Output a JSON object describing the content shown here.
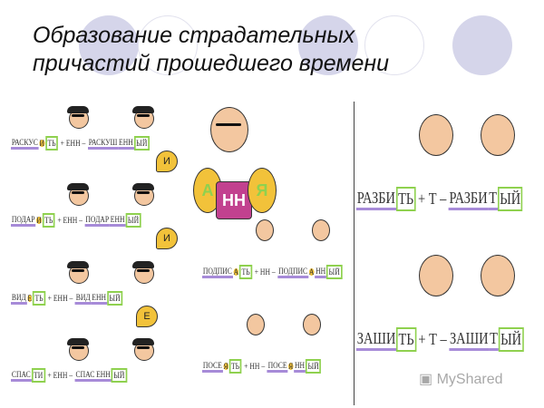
{
  "slide": {
    "title_line1": "Образование страдательных",
    "title_line2": "причастий прошедшего времени",
    "accent_color": "#d5d5ea"
  },
  "left_panel": {
    "rows": [
      {
        "segments": [
          {
            "t": "РАСКУС",
            "k": "stem"
          },
          {
            "t": "И",
            "k": "suf"
          },
          {
            "t": "ТЬ",
            "k": "end"
          },
          {
            "t": "+ ЕНН –",
            "k": "op"
          },
          {
            "t": "РАСКУШ",
            "k": "stem"
          },
          {
            "t": "ЕНН",
            "k": "stem"
          },
          {
            "t": "ЫЙ",
            "k": "end"
          }
        ],
        "badge": "И"
      },
      {
        "segments": [
          {
            "t": "ПОДАР",
            "k": "stem"
          },
          {
            "t": "И",
            "k": "suf"
          },
          {
            "t": "ТЬ",
            "k": "end"
          },
          {
            "t": "+ ЕНН –",
            "k": "op"
          },
          {
            "t": "ПОДАР",
            "k": "stem"
          },
          {
            "t": "ЕНН",
            "k": "stem"
          },
          {
            "t": "ЫЙ",
            "k": "end"
          }
        ],
        "badge": "И"
      },
      {
        "segments": [
          {
            "t": "ВИД",
            "k": "stem"
          },
          {
            "t": "Е",
            "k": "suf"
          },
          {
            "t": "ТЬ",
            "k": "end"
          },
          {
            "t": "+ ЕНН –",
            "k": "op"
          },
          {
            "t": "ВИД",
            "k": "stem"
          },
          {
            "t": "ЕНН",
            "k": "stem"
          },
          {
            "t": "ЫЙ",
            "k": "end"
          }
        ],
        "badge": "Е"
      },
      {
        "segments": [
          {
            "t": "СПАС",
            "k": "stem"
          },
          {
            "t": "ТИ",
            "k": "end"
          },
          {
            "t": "+ ЕНН –",
            "k": "op"
          },
          {
            "t": "СПАС",
            "k": "stem"
          },
          {
            "t": "ЕНН",
            "k": "stem"
          },
          {
            "t": "ЫЙ",
            "k": "end"
          }
        ]
      }
    ]
  },
  "middle_panel": {
    "anna_letters": [
      "А",
      "НН",
      "Я"
    ],
    "rows": [
      {
        "segments": [
          {
            "t": "ПОДПИС",
            "k": "stem"
          },
          {
            "t": "А",
            "k": "suf"
          },
          {
            "t": "ТЬ",
            "k": "end"
          },
          {
            "t": "+ НН –",
            "k": "op"
          },
          {
            "t": "ПОДПИС",
            "k": "stem"
          },
          {
            "t": "А",
            "k": "suf"
          },
          {
            "t": "НН",
            "k": "stem"
          },
          {
            "t": "ЫЙ",
            "k": "end"
          }
        ]
      },
      {
        "segments": [
          {
            "t": "ПОСЕ",
            "k": "stem"
          },
          {
            "t": "Я",
            "k": "suf"
          },
          {
            "t": "ТЬ",
            "k": "end"
          },
          {
            "t": "+ НН –",
            "k": "op"
          },
          {
            "t": "ПОСЕ",
            "k": "stem"
          },
          {
            "t": "Я",
            "k": "suf"
          },
          {
            "t": "НН",
            "k": "stem"
          },
          {
            "t": "ЫЙ",
            "k": "end"
          }
        ]
      }
    ]
  },
  "right_panel": {
    "rows": [
      {
        "segments": [
          {
            "t": "РАЗБИ",
            "k": "stem"
          },
          {
            "t": "ТЬ",
            "k": "end"
          },
          {
            "t": "+ Т –",
            "k": "op"
          },
          {
            "t": "РАЗБИ",
            "k": "stem"
          },
          {
            "t": "Т",
            "k": "stem"
          },
          {
            "t": "ЫЙ",
            "k": "end"
          }
        ]
      },
      {
        "segments": [
          {
            "t": "ЗАШИ",
            "k": "stem"
          },
          {
            "t": "ТЬ",
            "k": "end"
          },
          {
            "t": "+ Т –",
            "k": "op"
          },
          {
            "t": "ЗАШИ",
            "k": "stem"
          },
          {
            "t": "Т",
            "k": "stem"
          },
          {
            "t": "ЫЙ",
            "k": "end"
          }
        ]
      }
    ]
  },
  "watermark": "MyShared"
}
